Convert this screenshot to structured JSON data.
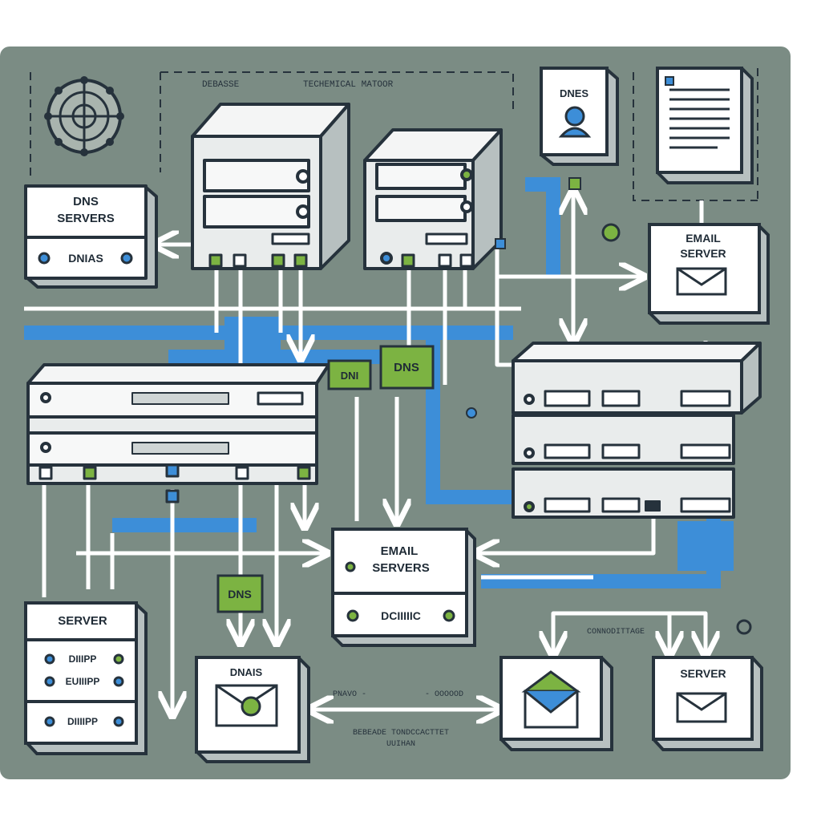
{
  "header": {
    "left_caption": "DEBASSE",
    "right_caption": "TECHEMICAL MATOOR"
  },
  "boxes": {
    "dns_servers": {
      "title_line1": "DNS",
      "title_line2": "SERVERS",
      "sub": "DNIAS"
    },
    "dns_user_card": {
      "title": "DNES"
    },
    "email_server_right": {
      "title_line1": "EMAIL",
      "title_line2": "SERVER"
    },
    "email_servers_center": {
      "title_line1": "EMAIL",
      "title_line2": "SERVERS",
      "sub": "DCIIIIIC"
    },
    "server_left": {
      "title": "SERVER",
      "items": [
        "DIIIPP",
        "EUIIIPP",
        "DIIIIPP"
      ]
    },
    "dnais_card": {
      "title": "DNAIS"
    },
    "server_bottom_right": {
      "title": "SERVER"
    }
  },
  "tags": {
    "dni_tag": "DNI",
    "dns_tag_top": "DNS",
    "dns_tag_bottom": "DNS"
  },
  "captions": {
    "connector_label": "CONNODITTAGE",
    "mid_left": "PNAVO -",
    "mid_right": "- OOOOOD",
    "bottom_line1": "BEBEADE TONDCCACTTET",
    "bottom_line2": "UUIHAN"
  },
  "colors": {
    "panel": "#7b8c84",
    "pipe_blue": "#3d8ed8",
    "accent_green": "#7cb342",
    "card": "#ffffff",
    "server_body": "#e9ecec",
    "ink": "#1f2b36"
  }
}
